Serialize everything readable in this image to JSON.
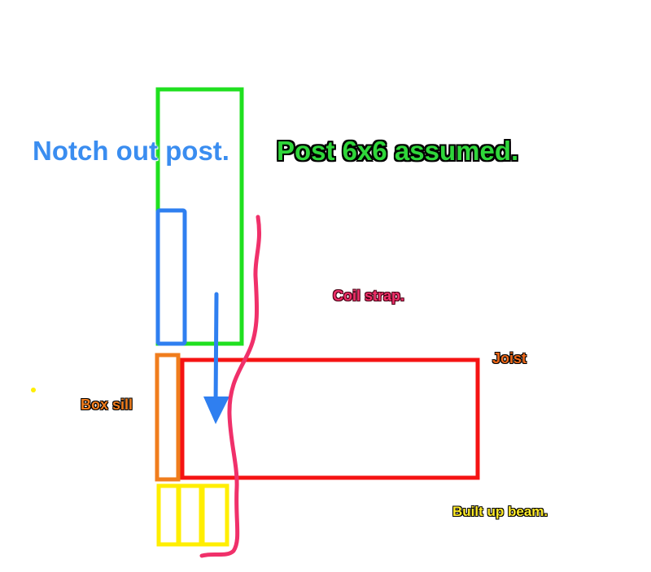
{
  "labels": {
    "notch_out_post": "Notch out post.",
    "post_assumed": "Post 6x6 assumed.",
    "coil_strap": "Coil strap.",
    "joist": "Joist",
    "box_sill": "Box sill",
    "built_up_beam": "Built up beam."
  },
  "colors": {
    "post": "#1fe01f",
    "notch": "#2f7ff0",
    "arrow": "#2f7ff0",
    "coil_strap": "#f0306a",
    "joist": "#f51313",
    "box_sill": "#f07d1d",
    "built_up_beam": "#ffee00",
    "dot": "#ffee00"
  }
}
